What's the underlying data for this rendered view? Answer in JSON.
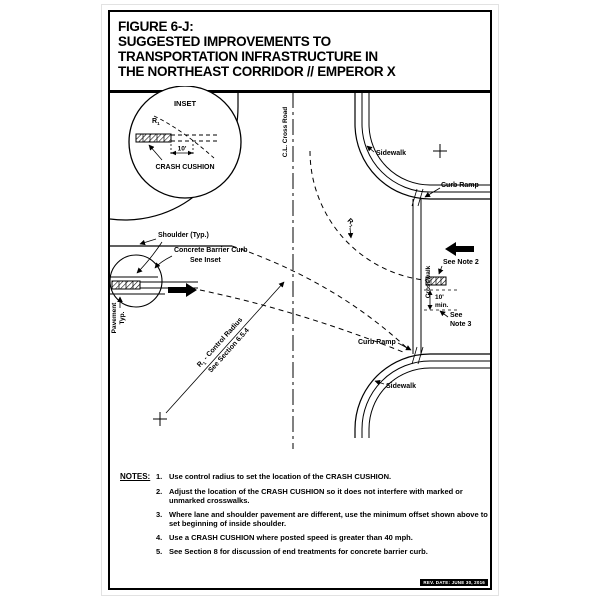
{
  "title": {
    "line1": "FIGURE 6-J:",
    "line2": "SUGGESTED IMPROVEMENTS TO",
    "line3": "TRANSPORTATION INFRASTRUCTURE IN",
    "line4": "THE NORTHEAST CORRIDOR // EMPEROR X"
  },
  "inset": {
    "title": "INSET",
    "r": "R",
    "r_sub": "1",
    "dim": "10'",
    "crash": "CRASH CUSHION"
  },
  "labels": {
    "cl": "C.L. Cross Road",
    "sidewalk_top": "Sidewalk",
    "sidewalk_bottom": "Sidewalk",
    "curb_ramp_top": "Curb Ramp",
    "curb_ramp_bottom": "Curb Ramp",
    "crosswalk": "Crosswalk",
    "see_note_2": "See Note 2",
    "see_note_3a": "See",
    "see_note_3b": "Note 3",
    "min_value": "10'",
    "min_unit": "min.",
    "r": "R",
    "r_sub": "1",
    "shoulder": "Shoulder (Typ.)",
    "barrier_curb": "Concrete Barrier Curb",
    "see_inset": "See Inset",
    "pavement": "Pavement",
    "typ": "Typ."
  },
  "control_radius": {
    "r": "R",
    "r_sub": "1",
    "rest": "- Control Radius",
    "line2": "See Section 6.5.4"
  },
  "notes": {
    "heading": "NOTES:",
    "items": [
      {
        "num": "1.",
        "text": "Use control radius to set the location of the CRASH CUSHION."
      },
      {
        "num": "2.",
        "text": "Adjust the location of the CRASH CUSHION so it does not interfere with marked or unmarked crosswalks."
      },
      {
        "num": "3.",
        "text": "Where lane and shoulder pavement are different, use the minimum offset shown above to set beginning of inside shoulder."
      },
      {
        "num": "4.",
        "text": "Use a CRASH CUSHION where posted speed is greater than 40 mph."
      },
      {
        "num": "5.",
        "text": "See Section 8 for discussion of end treatments for concrete barrier curb."
      }
    ]
  },
  "footer": {
    "rev": "REV. DATE: JUNE 30, 2016"
  }
}
